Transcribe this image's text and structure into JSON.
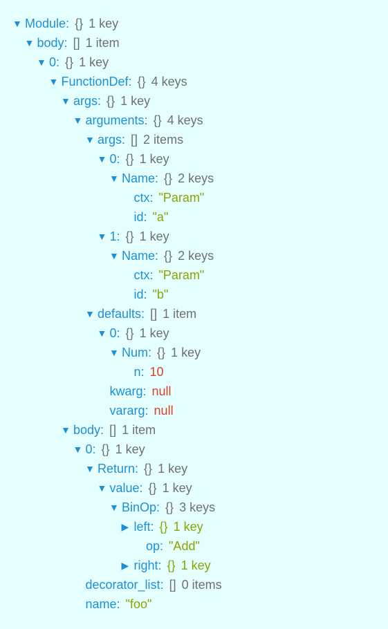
{
  "tree": {
    "nodes": [
      {
        "key": "Module",
        "type": "{}",
        "count": "1 key",
        "level": 0,
        "state": "open"
      },
      {
        "key": "body",
        "type": "[]",
        "count": "1 item",
        "level": 1,
        "state": "open"
      },
      {
        "key": "0",
        "type": "{}",
        "count": "1 key",
        "level": 2,
        "state": "open"
      },
      {
        "key": "FunctionDef",
        "type": "{}",
        "count": "4 keys",
        "level": 3,
        "state": "open"
      },
      {
        "key": "args",
        "type": "{}",
        "count": "1 key",
        "level": 4,
        "state": "open"
      },
      {
        "key": "arguments",
        "type": "{}",
        "count": "4 keys",
        "level": 5,
        "state": "open"
      },
      {
        "key": "args",
        "type": "[]",
        "count": "2 items",
        "level": 6,
        "state": "open"
      },
      {
        "key": "0",
        "type": "{}",
        "count": "1 key",
        "level": 7,
        "state": "open"
      },
      {
        "key": "Name",
        "type": "{}",
        "count": "2 keys",
        "level": 8,
        "state": "open"
      },
      {
        "key": "ctx",
        "value": "\"Param\"",
        "vtype": "str",
        "level": 9,
        "state": "leaf"
      },
      {
        "key": "id",
        "value": "\"a\"",
        "vtype": "str",
        "level": 9,
        "state": "leaf"
      },
      {
        "key": "1",
        "type": "{}",
        "count": "1 key",
        "level": 7,
        "state": "open"
      },
      {
        "key": "Name",
        "type": "{}",
        "count": "2 keys",
        "level": 8,
        "state": "open"
      },
      {
        "key": "ctx",
        "value": "\"Param\"",
        "vtype": "str",
        "level": 9,
        "state": "leaf"
      },
      {
        "key": "id",
        "value": "\"b\"",
        "vtype": "str",
        "level": 9,
        "state": "leaf"
      },
      {
        "key": "defaults",
        "type": "[]",
        "count": "1 item",
        "level": 6,
        "state": "open"
      },
      {
        "key": "0",
        "type": "{}",
        "count": "1 key",
        "level": 7,
        "state": "open"
      },
      {
        "key": "Num",
        "type": "{}",
        "count": "1 key",
        "level": 8,
        "state": "open"
      },
      {
        "key": "n",
        "value": "10",
        "vtype": "num",
        "level": 9,
        "state": "leaf"
      },
      {
        "key": "kwarg",
        "value": "null",
        "vtype": "null",
        "level": 7,
        "state": "leaf"
      },
      {
        "key": "vararg",
        "value": "null",
        "vtype": "null",
        "level": 7,
        "state": "leaf"
      },
      {
        "key": "body",
        "type": "[]",
        "count": "1 item",
        "level": 4,
        "state": "open"
      },
      {
        "key": "0",
        "type": "{}",
        "count": "1 key",
        "level": 5,
        "state": "open"
      },
      {
        "key": "Return",
        "type": "{}",
        "count": "1 key",
        "level": 6,
        "state": "open"
      },
      {
        "key": "value",
        "type": "{}",
        "count": "1 key",
        "level": 7,
        "state": "open"
      },
      {
        "key": "BinOp",
        "type": "{}",
        "count": "3 keys",
        "level": 8,
        "state": "open"
      },
      {
        "key": "left",
        "type": "{}",
        "count": "1 key",
        "level": 9,
        "state": "closed"
      },
      {
        "key": "op",
        "value": "\"Add\"",
        "vtype": "str",
        "level": 10,
        "state": "leaf"
      },
      {
        "key": "right",
        "type": "{}",
        "count": "1 key",
        "level": 9,
        "state": "closed"
      },
      {
        "key": "decorator_list",
        "type": "[]",
        "count": "0 items",
        "level": 5,
        "state": "leaf-empty"
      },
      {
        "key": "name",
        "value": "\"foo\"",
        "vtype": "str",
        "level": 5,
        "state": "leaf"
      }
    ],
    "icons": {
      "expanded": "▼",
      "collapsed": "▶"
    },
    "colors": {
      "background": "#e5ffff",
      "key": "#1e8fd6",
      "meta": "#707070",
      "string": "#8aa400",
      "number": "#d8412b",
      "null": "#d8412b"
    }
  }
}
